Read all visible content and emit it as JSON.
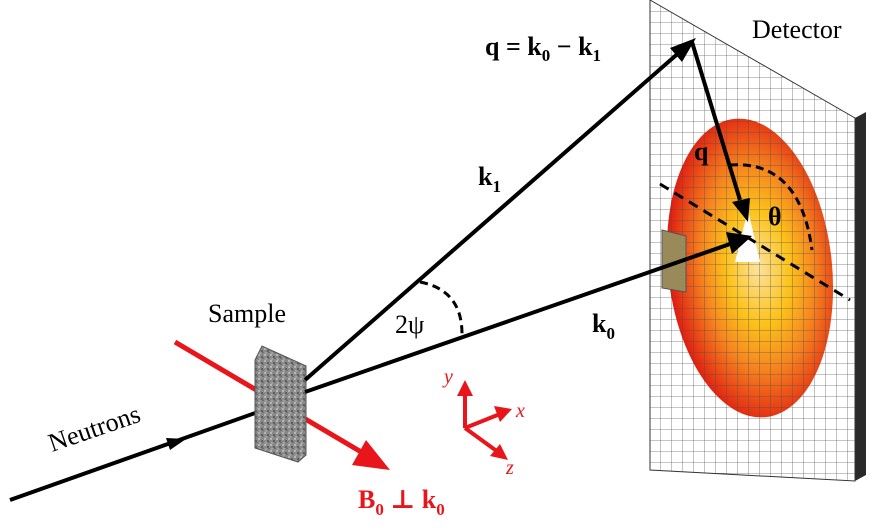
{
  "labels": {
    "detector": "Detector",
    "sample": "Sample",
    "neutrons": "Neutrons",
    "q_bold": "q",
    "q_eq_main": "q = k",
    "q_eq_sub0": "0",
    "q_eq_minus": " − k",
    "q_eq_sub1": "1",
    "k1_main": "k",
    "k1_sub": "1",
    "k0_main": "k",
    "k0_sub": "0",
    "q_vec": "q",
    "theta": "θ",
    "two_psi": "2ψ",
    "b0_main": "B",
    "b0_sub0": "0",
    "b0_perp": " ⊥ k",
    "b0_sub1": "0",
    "axis_x": "x",
    "axis_y": "y",
    "axis_z": "z"
  },
  "colors": {
    "beam": "#000000",
    "field": "#e8161b",
    "pattern_outer": "#e01a10",
    "pattern_mid": "#f6851f",
    "pattern_inner": "#fcc21a",
    "grid": "#555555",
    "beamstop": "#9a8a5a"
  }
}
